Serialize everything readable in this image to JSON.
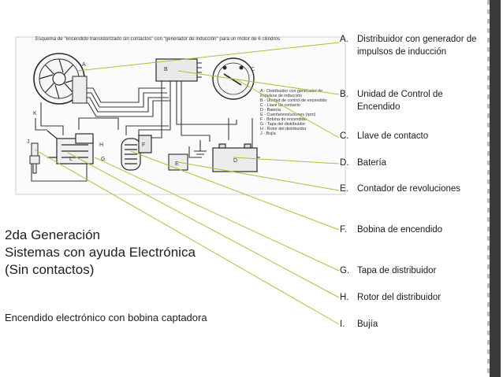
{
  "diagram": {
    "header": "Esquema de \"encendido transistorizado sin contactos\" con \"generador de inducción\" para un motor de 6 cilindros",
    "block_labels": [
      "A",
      "B",
      "C",
      "D",
      "E",
      "F",
      "G",
      "H",
      "J",
      "K",
      "L"
    ],
    "inner_legend": [
      "A - Distribuidor con generador de",
      "impulsos de inducción",
      "B - Unidad de control de encendido",
      "C - Llave de contacto",
      "D - Batería",
      "E - Cuentarevoluciones (rpm)",
      "F - Bobina de encendido",
      "G - Tapa del distribuidor",
      "H - Rotor del distribuidor",
      "J - Bujía"
    ]
  },
  "legend": [
    {
      "letter": "A.",
      "text": "Distribuidor con generador de impulsos de inducción"
    },
    {
      "letter": "B.",
      "text": "Unidad de Control de Encendido"
    },
    {
      "letter": "C.",
      "text": "Llave de contacto"
    },
    {
      "letter": "D.",
      "text": "Batería"
    },
    {
      "letter": "E.",
      "text": "Contador de revoluciones"
    },
    {
      "letter": "F.",
      "text": "Bobina de encendido"
    },
    {
      "letter": "G.",
      "text": "Tapa de distribuidor"
    },
    {
      "letter": "H.",
      "text": "Rotor del distribuidor"
    },
    {
      "letter": "I.",
      "text": "Bujía"
    }
  ],
  "title": {
    "line1": "2da Generación",
    "line2": "Sistemas con ayuda Electrónica",
    "line3": "(Sin contactos)"
  },
  "subtitle": "Encendido electrónico con bobina captadora",
  "colors": {
    "leader": "#a4c43a",
    "ink": "#2a2a2a",
    "box_fill": "#e9e9e9"
  }
}
